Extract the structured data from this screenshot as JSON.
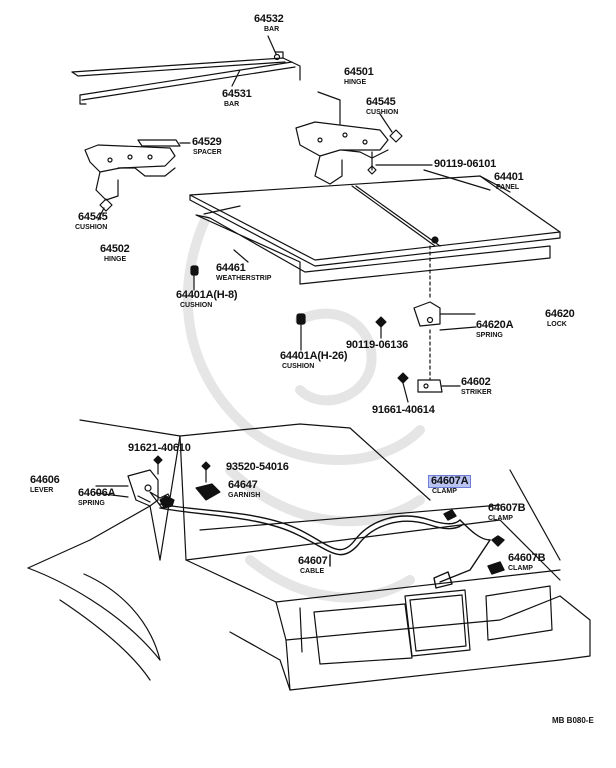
{
  "diagram": {
    "code": "MB  B080-E",
    "labels": [
      {
        "num": "64532",
        "name": "BAR"
      },
      {
        "num": "64531",
        "name": "BAR"
      },
      {
        "num": "64501",
        "name": "HINGE"
      },
      {
        "num": "64545",
        "name": "CUSHION"
      },
      {
        "num": "64529",
        "name": "SPACER"
      },
      {
        "num": "90119-06101",
        "name": ""
      },
      {
        "num": "64401",
        "name": "PANEL"
      },
      {
        "num": "64545",
        "name": "CUSHION"
      },
      {
        "num": "64502",
        "name": "HINGE"
      },
      {
        "num": "64461",
        "name": "WEATHERSTRIP"
      },
      {
        "num": "64401A(H-8)",
        "name": "CUSHION"
      },
      {
        "num": "64620",
        "name": "LOCK"
      },
      {
        "num": "64620A",
        "name": "SPRING"
      },
      {
        "num": "90119-06136",
        "name": ""
      },
      {
        "num": "64401A(H-26)",
        "name": "CUSHION"
      },
      {
        "num": "64602",
        "name": "STRIKER"
      },
      {
        "num": "91661-40614",
        "name": ""
      },
      {
        "num": "91621-40610",
        "name": ""
      },
      {
        "num": "64606",
        "name": "LEVER"
      },
      {
        "num": "64606A",
        "name": "SPRING"
      },
      {
        "num": "93520-54016",
        "name": ""
      },
      {
        "num": "64647",
        "name": "GARNISH"
      },
      {
        "num": "64607A",
        "name": "CLAMP"
      },
      {
        "num": "64607B",
        "name": "CLAMP"
      },
      {
        "num": "64607B",
        "name": "CLAMP"
      },
      {
        "num": "64607",
        "name": "CABLE"
      }
    ]
  }
}
